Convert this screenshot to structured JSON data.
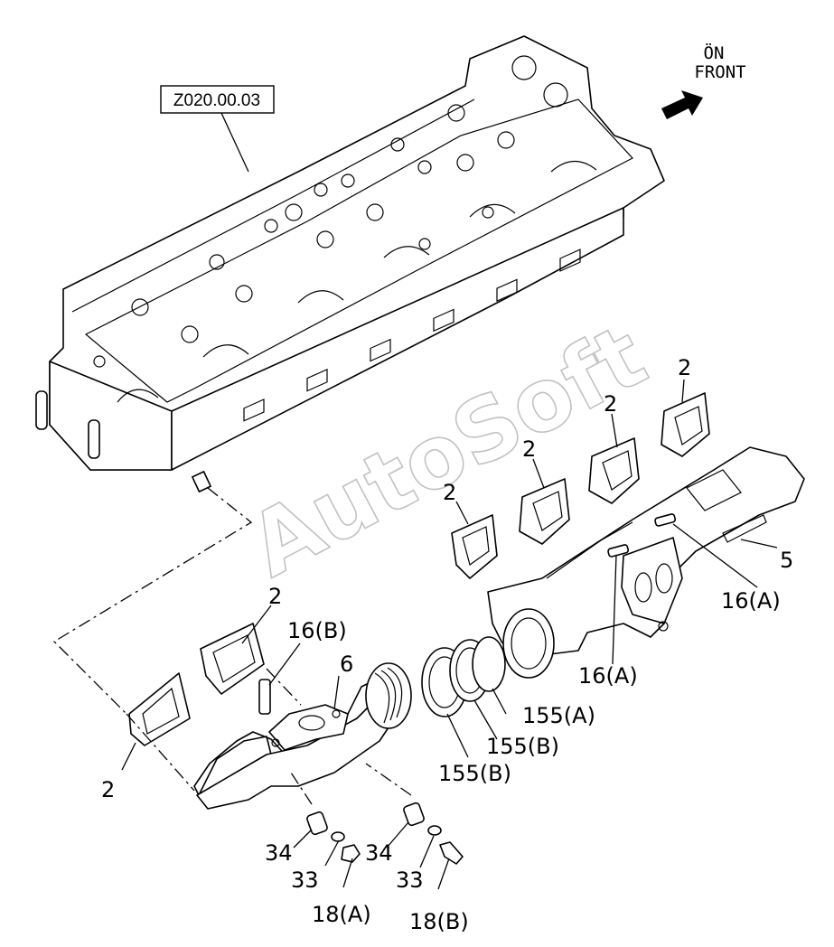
{
  "reference_box": "Z020.00.03",
  "front_label_line1": "ÖN",
  "front_label_line2": "FRONT",
  "watermark": "AutoSoft",
  "callouts": {
    "c2_a": "2",
    "c2_b": "2",
    "c2_c": "2",
    "c2_d": "2",
    "c2_e": "2",
    "c2_f": "2",
    "c5": "5",
    "c6": "6",
    "c16a_1": "16(A)",
    "c16a_2": "16(A)",
    "c16b": "16(B)",
    "c155a": "155(A)",
    "c155b_1": "155(B)",
    "c155b_2": "155(B)",
    "c34_1": "34",
    "c34_2": "34",
    "c33_1": "33",
    "c33_2": "33",
    "c18a": "18(A)",
    "c18b": "18(B)"
  }
}
